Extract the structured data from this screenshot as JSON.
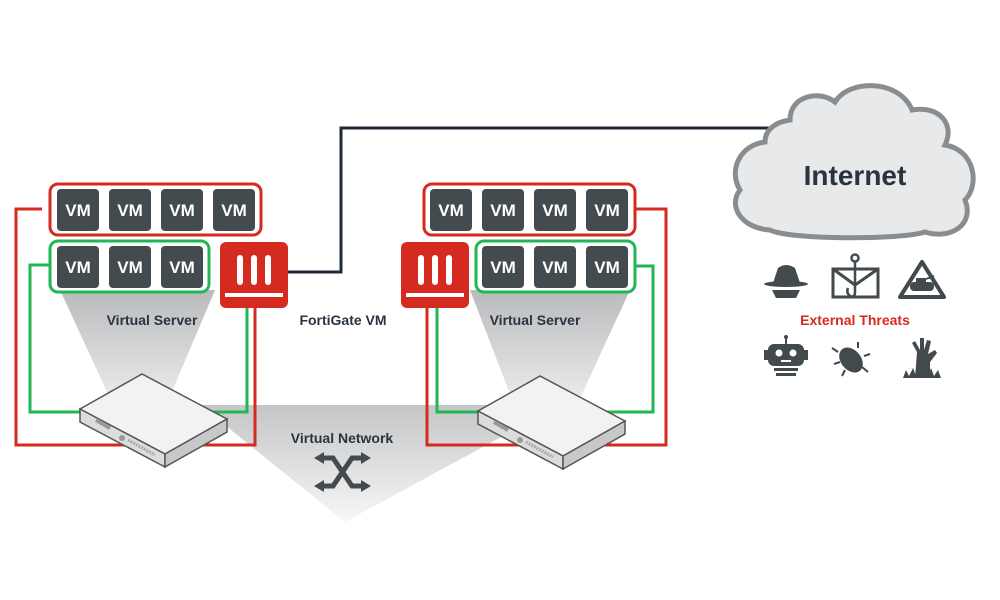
{
  "colors": {
    "red": "#d42a20",
    "green": "#22b554",
    "vm_fill": "#434b4e",
    "dark_line": "#1f2b38",
    "cloud_fill": "#e8e9ea",
    "cloud_stroke": "#8a8d90",
    "icon": "#424a4d"
  },
  "vm_label": "VM",
  "left_server": {
    "label": "Virtual Server",
    "red_group_vm_count": 4,
    "green_group_vm_count": 3
  },
  "right_server": {
    "label": "Virtual Server",
    "red_group_vm_count": 4,
    "green_group_vm_count": 3
  },
  "firewall_label": "FortiGate VM",
  "network_label": "Virtual Network",
  "cloud_label": "Internet",
  "threats": {
    "label": "External Threats",
    "icons": [
      "spy-icon",
      "phishing-icon",
      "tank-warning-icon",
      "robot-icon",
      "bug-icon",
      "zombie-hand-icon"
    ]
  }
}
